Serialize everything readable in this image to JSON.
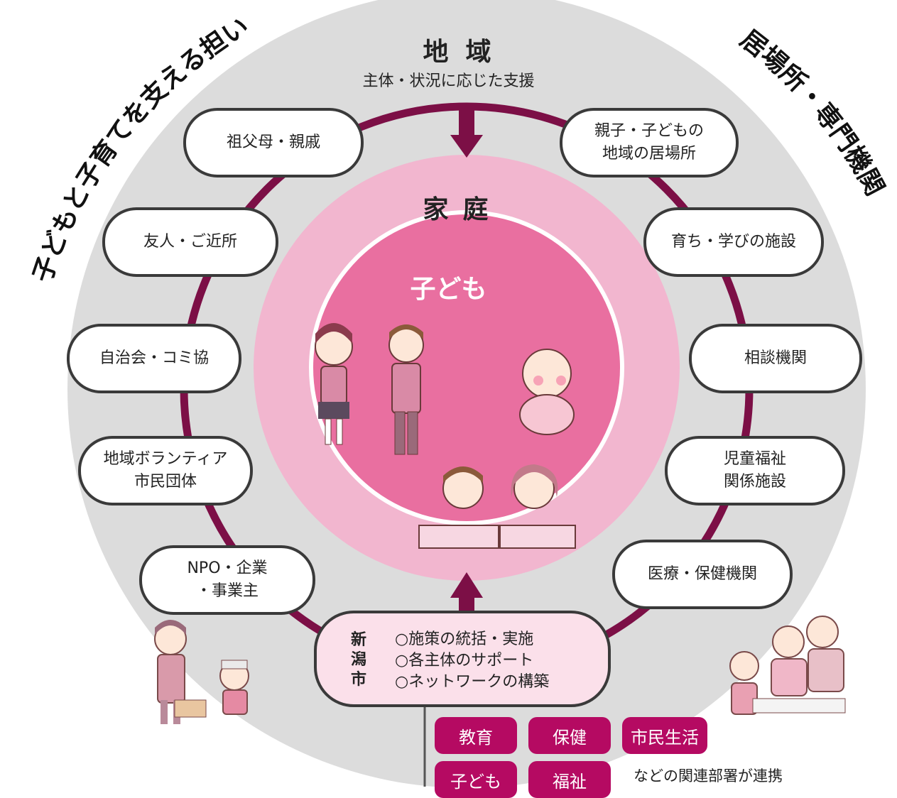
{
  "region": {
    "title": "地域",
    "subtitle": "主体・状況に応じた支援"
  },
  "family": {
    "title": "家庭"
  },
  "child": {
    "title": "子ども"
  },
  "left_arc_label": "子どもと子育てを支える担い手",
  "right_arc_label": "居場所・専門機関",
  "left_items": [
    {
      "label": "祖父母・親戚"
    },
    {
      "label": "友人・ご近所"
    },
    {
      "label": "自治会・コミ協"
    },
    {
      "label": "地域ボランティア\n市民団体"
    },
    {
      "label": "NPO・企業\n・事業主"
    }
  ],
  "right_items": [
    {
      "label": "親子・子どもの\n地域の居場所"
    },
    {
      "label": "育ち・学びの施設"
    },
    {
      "label": "相談機関"
    },
    {
      "label": "児童福祉\n関係施設"
    },
    {
      "label": "医療・保健機関"
    }
  ],
  "city": {
    "label": "新潟市",
    "items": [
      "○施策の統括・実施",
      "○各主体のサポート",
      "○ネットワークの構築"
    ]
  },
  "departments": [
    "教育",
    "保健",
    "市民生活",
    "子ども",
    "福祉"
  ],
  "department_note": "などの関連部署が連携",
  "colors": {
    "outer_ring": "#dcdcdc",
    "family_ring": "#f2b6cf",
    "child_circle": "#e96fa0",
    "ring_line": "#7c0f46",
    "department": "#b50a62",
    "city_box": "#fbe0ea"
  }
}
